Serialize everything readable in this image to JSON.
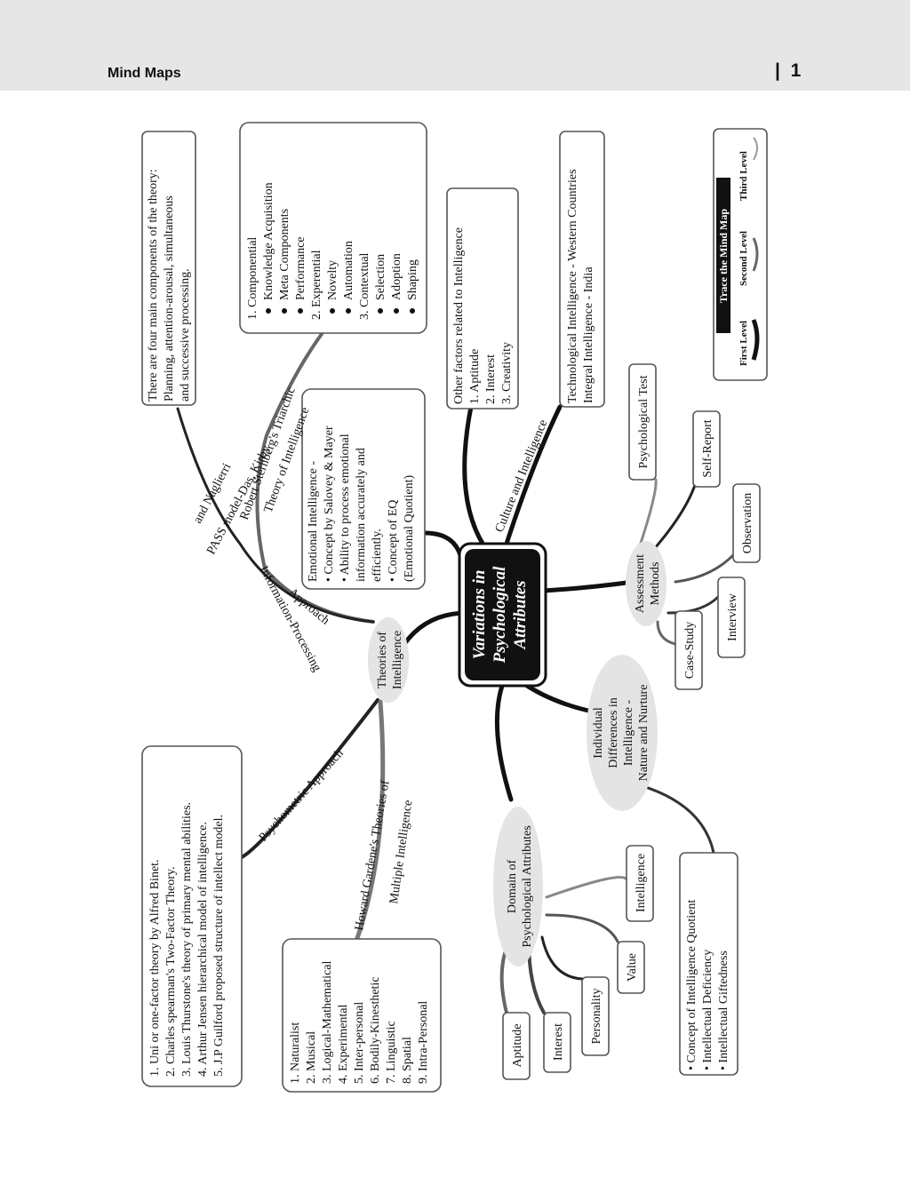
{
  "header": {
    "title": "Mind Maps",
    "page_separator": "|",
    "page_number": "1"
  },
  "central": {
    "lines": [
      "Variations in",
      "Psychological",
      "Attributes"
    ]
  },
  "legend": {
    "title": "Trace the Mind Map",
    "levels": [
      "First Level",
      "Second Level",
      "Third Level"
    ]
  },
  "pass_box": {
    "lines": [
      "There are four main components of the theory:",
      "Planning, attention-arousal, simultaneous",
      "and successive processing."
    ]
  },
  "triarchic_box": {
    "lines": [
      "1.  Componential",
      "Knowledge Acquisition",
      "Meta Components",
      "Performance",
      "2.  Experential",
      "Novelty",
      "Automation",
      "3.  Contextual",
      "Selection",
      "Adoption",
      "Shaping"
    ]
  },
  "other_factors_box": {
    "lines": [
      "Other factors related to Intelligence",
      "1. Aptitude",
      "2. Interest",
      "3. Creativity"
    ]
  },
  "culture_box": {
    "lines": [
      "Technological Intelligence - Western Countries",
      "Integral Intelligence - India"
    ]
  },
  "ei_box": {
    "lines": [
      "Emotional Intelligence -",
      "• Concept by Salovey & Mayer",
      "• Ability to process emotional",
      "   information  accurately  and",
      "   efficiently.",
      "• Concept of EQ",
      "   (Emotional Quotient)"
    ]
  },
  "psychometric_box": {
    "lines": [
      "1.  Uni or one-factor theory by Alfred Binet.",
      "2.  Charles spearman's Two-Factor Theory.",
      "3.  Louis Thurstone's theory of primary mental abilities.",
      "4.  Arthur Jensen hierarchical model of intelligence.",
      "5.  J.P Guilford proposed structure of intellect model."
    ]
  },
  "gardner_box": {
    "lines": [
      "1. Naturalist",
      "2. Musical",
      "3. Logical-Mathematical",
      "4. Experimental",
      "5. Inter-personal",
      "6. Bodily-Kinesthetic",
      "7. Linguistic",
      "8. Spatial",
      "9. Intra-Personal"
    ]
  },
  "iq_box": {
    "lines": [
      "• Concept of Intelligence Quotient",
      "• Intellectual Deficiency",
      "• Intellectual Giftedness"
    ]
  },
  "nodes": {
    "theories": [
      "Theories of",
      "Intelligence"
    ],
    "assessment": [
      "Assessment",
      "Methods"
    ],
    "individual": [
      "Individual",
      "Differences in",
      "Intelligence -",
      "Nature and Nurture"
    ],
    "domain": [
      "Domain of",
      "Psychological Attributes"
    ]
  },
  "assessment_items": {
    "psych_test": "Psychological Test",
    "self_report": "Self-Report",
    "observation": "Observation",
    "interview": "Interview",
    "case_study": "Case-Study"
  },
  "domain_items": {
    "aptitude": "Aptitude",
    "interest": "Interest",
    "personality": "Personality",
    "value": "Value",
    "intelligence": "Intelligence"
  },
  "branch_labels": {
    "pass_1": "PASS model-Das, Kirby",
    "pass_2": "and Naglierri",
    "sternberg_1": "Robert Sternberg's Triarchic",
    "sternberg_2": "Theory of Intelligence",
    "info_1": "Information-Processing",
    "info_2": "Approach",
    "culture": "Culture and Intelligence",
    "psychometric": "Psychometric Approach",
    "gardner_1": "Howard Gardene's Theories of",
    "gardner_2": "Multiple Intelligence"
  }
}
